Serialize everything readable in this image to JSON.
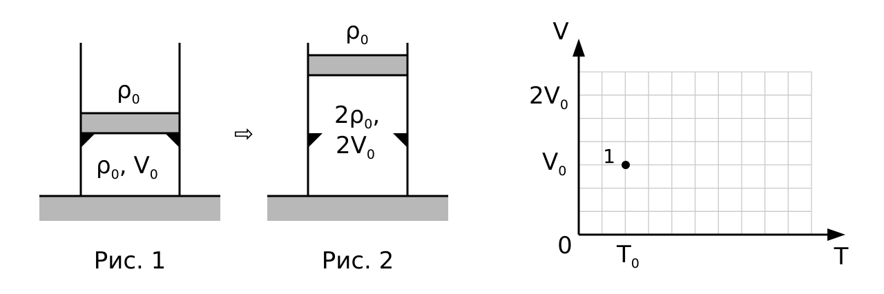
{
  "figure1": {
    "outside_pressure": {
      "base": "ρ",
      "sub": "0"
    },
    "gas_pressure": {
      "base": "ρ",
      "sub": "0"
    },
    "gas_separator": ",",
    "gas_volume": {
      "base": "V",
      "sub": "0"
    },
    "caption": "Рис. 1"
  },
  "transition_arrow": "⇨",
  "figure2": {
    "outside_pressure": {
      "base": "ρ",
      "sub": "0"
    },
    "gas_pressure": {
      "coef": "2",
      "base": "ρ",
      "sub": "0",
      "suffix": ","
    },
    "gas_volume": {
      "coef": "2",
      "base": "V",
      "sub": "0"
    },
    "caption": "Рис. 2"
  },
  "graph": {
    "y_axis_label": "V",
    "x_axis_label": "T",
    "origin_label": "0",
    "y_tick_2v0": {
      "coef": "2",
      "base": "V",
      "sub": "0"
    },
    "y_tick_v0": {
      "base": "V",
      "sub": "0"
    },
    "x_tick_t0": {
      "base": "T",
      "sub": "0"
    },
    "point_label": "1",
    "point": {
      "T": "T0",
      "V": "V0"
    },
    "grid_color": "#c8c8c8",
    "piston_color": "#b8b8b8",
    "ground_color": "#b8b8b8"
  }
}
